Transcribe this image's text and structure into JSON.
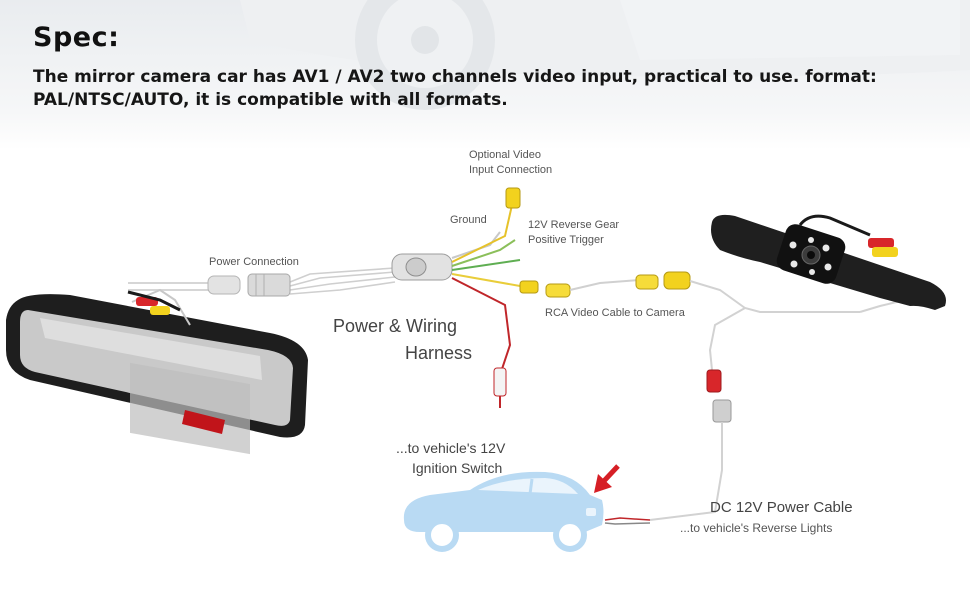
{
  "header": {
    "title": "Spec:",
    "description_line1": "The mirror camera car has AV1 / AV2 two channels video input, practical to use. format:",
    "description_line2": "PAL/NTSC/AUTO, it is compatible with all formats."
  },
  "diagram": {
    "optional_video_line1": "Optional Video",
    "optional_video_line2": "Input Connection",
    "ground": "Ground",
    "reverse_gear_line1": "12V Reverse Gear",
    "reverse_gear_line2": "Positive Trigger",
    "power_connection": "Power Connection",
    "harness_line1": "Power & Wiring",
    "harness_line2": "Harness",
    "rca_cable": "RCA Video Cable to Camera",
    "ignition_line1": "...to vehicle's 12V",
    "ignition_line2": "Ignition Switch",
    "dc_power": "DC 12V Power Cable",
    "reverse_lights": "...to vehicle's Reverse Lights"
  },
  "colors": {
    "connector_yellow": "#f2d21e",
    "red_plug": "#d8262a",
    "wire_gray": "#c9c9c9",
    "car_blue": "#b9daf3",
    "arrow_red": "#d61f26"
  }
}
